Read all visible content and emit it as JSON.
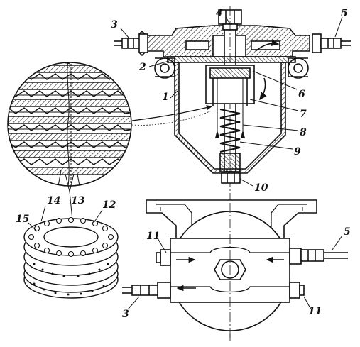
{
  "colors": {
    "ink": "#111111",
    "paper": "#ffffff",
    "hatch": "#222222"
  },
  "callouts": [
    {
      "id": "c4",
      "text": "4"
    },
    {
      "id": "c3a",
      "text": "3"
    },
    {
      "id": "c5a",
      "text": "5"
    },
    {
      "id": "c2",
      "text": "2"
    },
    {
      "id": "c1",
      "text": "1"
    },
    {
      "id": "c6",
      "text": "6"
    },
    {
      "id": "c7",
      "text": "7"
    },
    {
      "id": "c8",
      "text": "8"
    },
    {
      "id": "c9",
      "text": "9"
    },
    {
      "id": "c10",
      "text": "10"
    },
    {
      "id": "c14",
      "text": "14"
    },
    {
      "id": "c13",
      "text": "13"
    },
    {
      "id": "c12",
      "text": "12"
    },
    {
      "id": "c15",
      "text": "15"
    },
    {
      "id": "c11a",
      "text": "11"
    },
    {
      "id": "c5b",
      "text": "5"
    },
    {
      "id": "c3b",
      "text": "3"
    },
    {
      "id": "c11b",
      "text": "11"
    }
  ]
}
